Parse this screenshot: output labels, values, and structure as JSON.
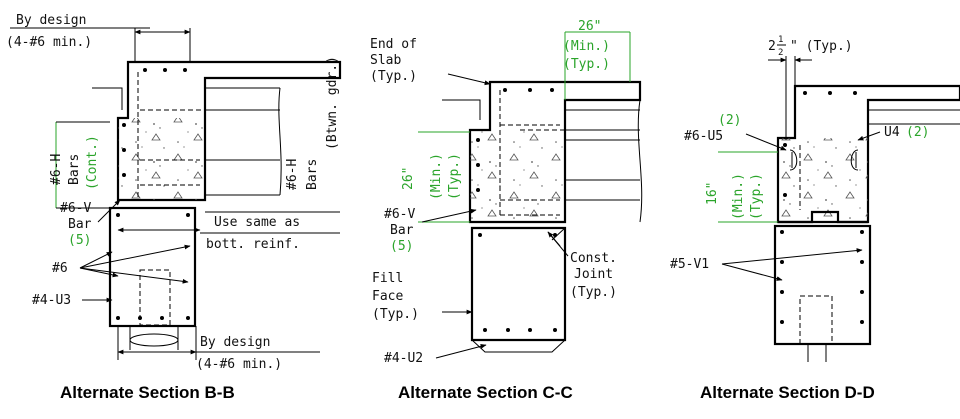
{
  "section_b": {
    "caption": "Alternate Section B-B",
    "by_design_top": "By design",
    "min_top": "(4-#6 min.)",
    "bars_h_left_1": "#6-H",
    "bars_h_left_2": "Bars",
    "bars_h_left_3": "(Cont.)",
    "bars_h_right_1": "#6-H",
    "bars_h_right_2": "Bars",
    "bars_h_right_3": "(Btwn. gdr.)",
    "v_bar_1": "#6-V",
    "v_bar_2": "Bar",
    "v_bar_3": "(5)",
    "use_same_1": "Use same as",
    "use_same_2": "bott. reinf.",
    "n6": "#6",
    "u3": "#4-U3",
    "by_design_bot": "By design",
    "min_bot": "(4-#6 min.)"
  },
  "section_c": {
    "caption": "Alternate Section C-C",
    "end_slab_1": "End of",
    "end_slab_2": "Slab",
    "end_slab_3": "(Typ.)",
    "dim_26_top": "26\"",
    "min_top": "(Min.)",
    "typ_top": "(Typ.)",
    "dim_26_left": "26\"",
    "min_left": "(Min.)",
    "typ_left": "(Typ.)",
    "v_bar_1": "#6-V",
    "v_bar_2": "Bar",
    "v_bar_3": "(5)",
    "const_1": "Const.",
    "const_2": "Joint",
    "const_3": "(Typ.)",
    "fill_1": "Fill",
    "fill_2": "Face",
    "fill_3": "(Typ.)",
    "u2": "#4-U2"
  },
  "section_d": {
    "caption": "Alternate Section D-D",
    "dim_typ_whole": "2",
    "dim_typ_num": "1",
    "dim_typ_den": "2",
    "dim_typ_suffix": "\" (Typ.)",
    "two_left": "(2)",
    "u5": "#6-U5",
    "u4": "U4",
    "u4_count": "(2)",
    "dim_16": "16\"",
    "min": "(Min.)",
    "typ": "(Typ.)",
    "v1": "#5-V1"
  }
}
